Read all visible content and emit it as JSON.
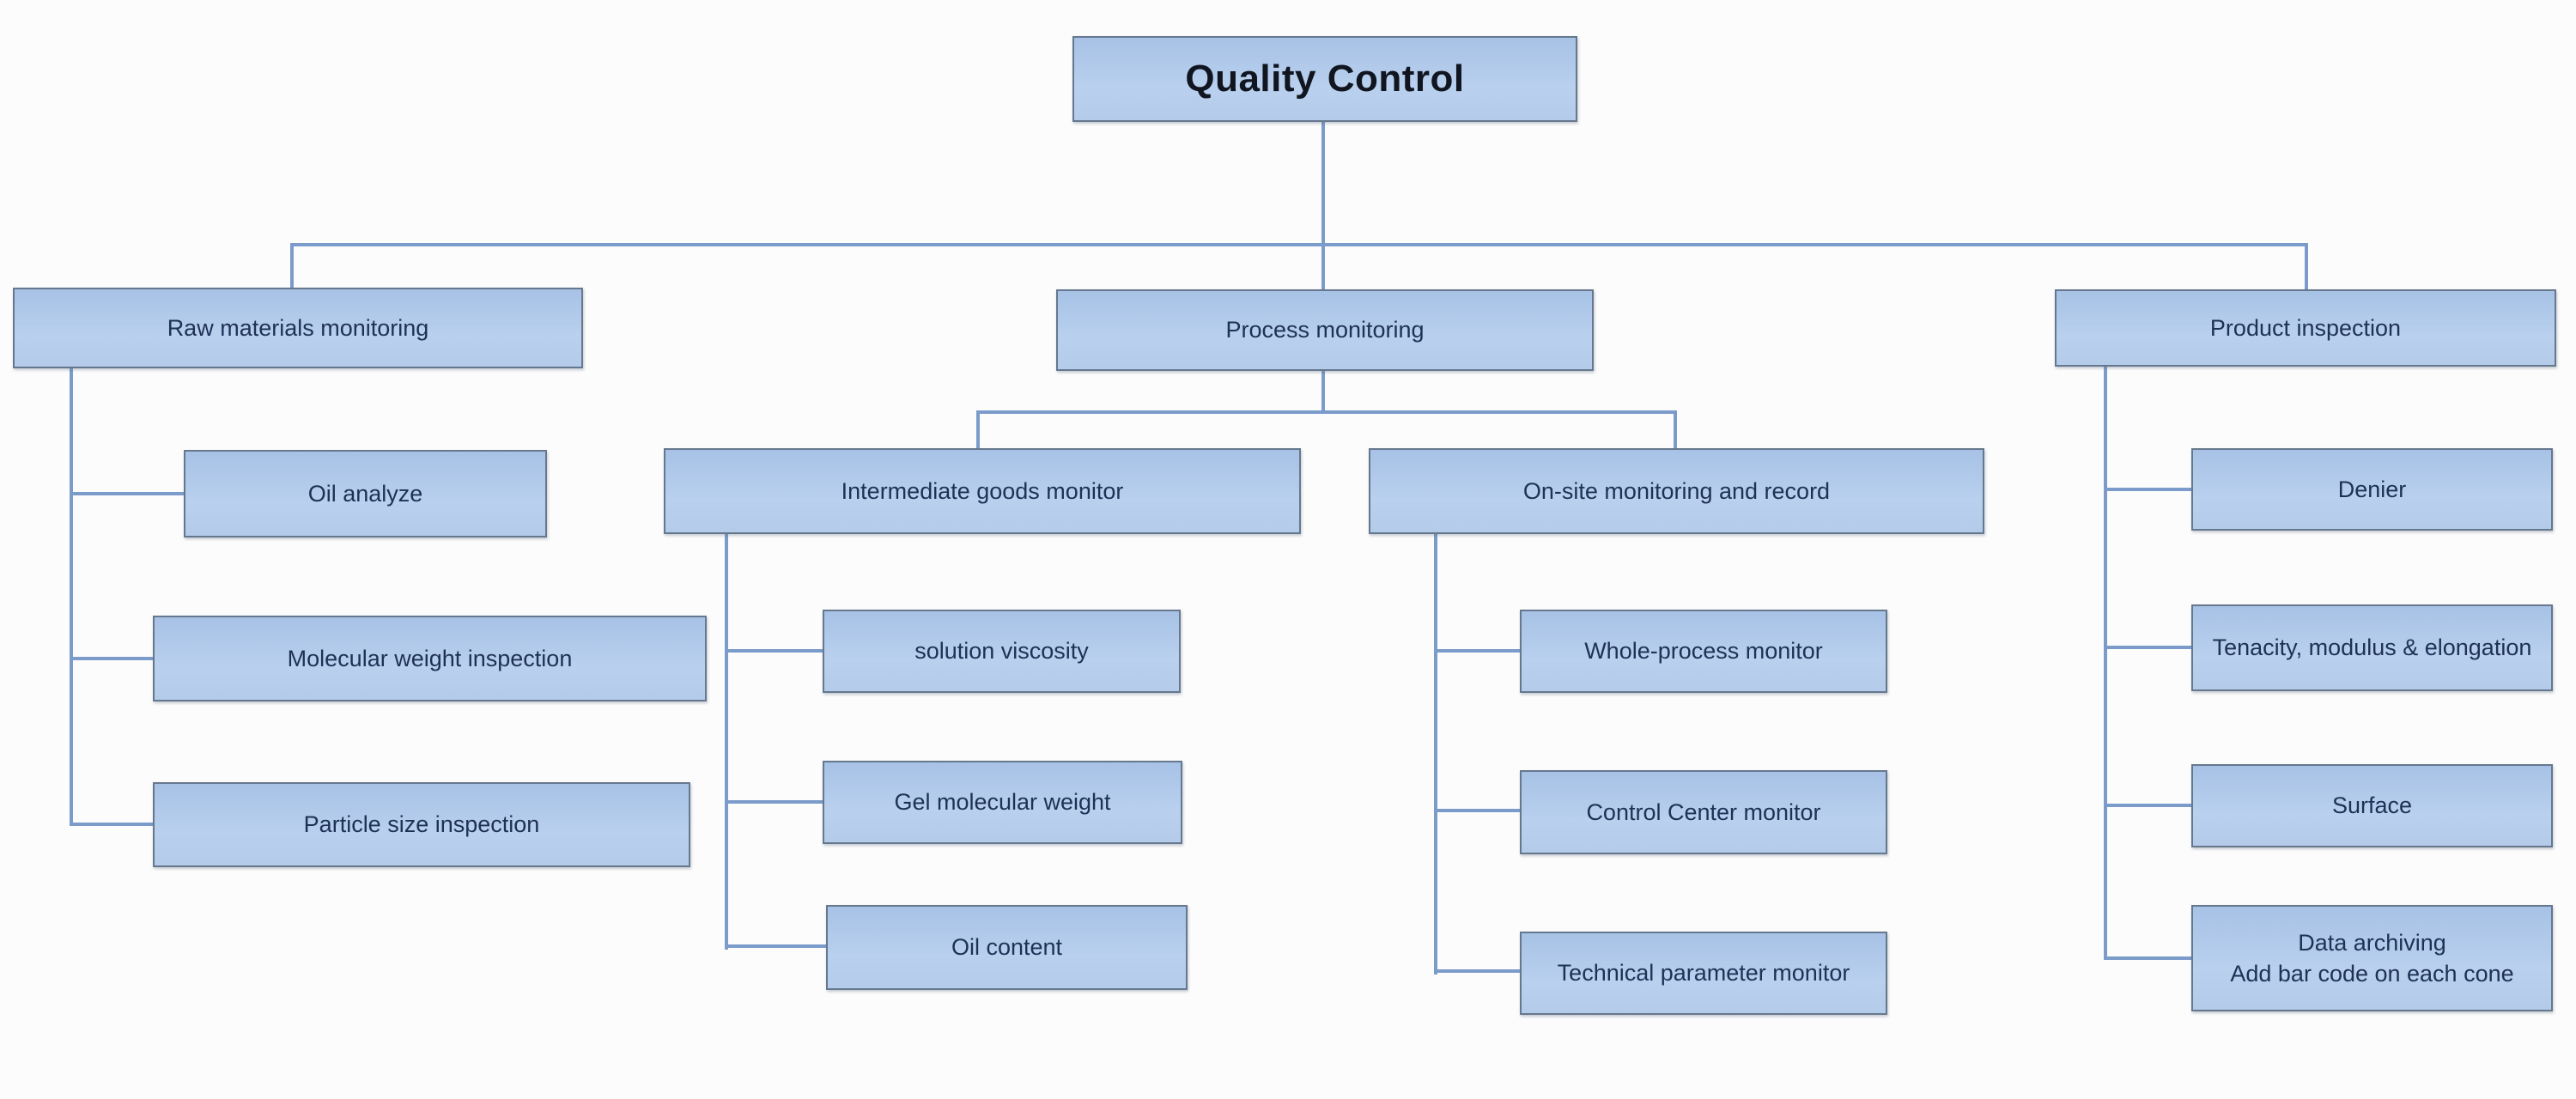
{
  "diagram": {
    "title": "Quality Control",
    "branches": [
      {
        "label": "Raw materials monitoring",
        "children": [
          {
            "label": "Oil analyze"
          },
          {
            "label": "Molecular weight inspection"
          },
          {
            "label": "Particle size inspection"
          }
        ]
      },
      {
        "label": "Process monitoring",
        "children": [
          {
            "label": "Intermediate goods monitor",
            "children": [
              {
                "label": "solution viscosity"
              },
              {
                "label": "Gel molecular weight"
              },
              {
                "label": "Oil content"
              }
            ]
          },
          {
            "label": "On-site monitoring  and record",
            "children": [
              {
                "label": "Whole-process monitor"
              },
              {
                "label": "Control Center monitor"
              },
              {
                "label": "Technical parameter monitor"
              }
            ]
          }
        ]
      },
      {
        "label": "Product inspection",
        "children": [
          {
            "label": "Denier"
          },
          {
            "label": "Tenacity, modulus & elongation"
          },
          {
            "label": "Surface"
          },
          {
            "label": "Data archiving\nAdd bar code on each cone"
          }
        ]
      }
    ]
  },
  "colors": {
    "background": "#fcfcfc",
    "node-fill-top": "#a7c2e6",
    "node-fill-bottom": "#b9d0ee",
    "node-border": "#66788e",
    "connector": "#7b9ccb",
    "title-text": "#10151f",
    "node-text": "#1e3156"
  }
}
